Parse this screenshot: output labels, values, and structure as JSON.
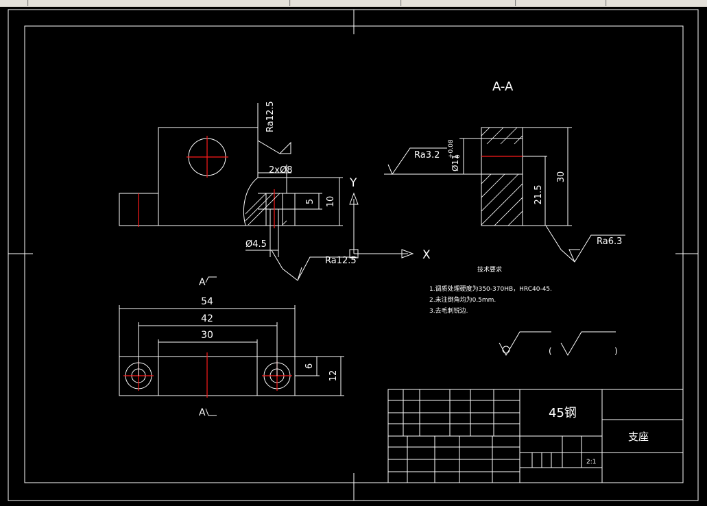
{
  "colors": {
    "background": "#000000",
    "lines": "#ffffff",
    "centerlines": "#ff1a1a",
    "toolbar": "#d4d0c8"
  },
  "section_title": "A-A",
  "section_marks": {
    "top": "A",
    "bottom": "A"
  },
  "axes": {
    "x": "X",
    "y": "Y"
  },
  "front_view": {
    "roughness_top": "Ra12.5",
    "roughness_bottom": "Ra12.5",
    "hole_callout": "2xØ8",
    "hole_dia": "Ø4.5",
    "dim_5": "5",
    "dim_10": "10"
  },
  "top_view": {
    "dim_54": "54",
    "dim_42": "42",
    "dim_30": "30",
    "dim_6": "6",
    "dim_12": "12"
  },
  "section_view": {
    "roughness_left": "Ra3.2",
    "hole_dia": "Ø11",
    "hole_tol": "+0.08",
    "hole_tol_low": "0",
    "dim_30": "30",
    "dim_21_5": "21.5",
    "roughness_right": "Ra6.3"
  },
  "notes": {
    "title": "技术要求",
    "line1": "1.调质处理硬度为350-370HB，HRC40-45.",
    "line2": "2.未注倒角均为0.5mm.",
    "line3": "3.去毛刺锐边."
  },
  "general_roughness": {
    "open": "(",
    "close": ")"
  },
  "title_block": {
    "material": "45钢",
    "part_name": "支座",
    "scale": "2:1"
  }
}
